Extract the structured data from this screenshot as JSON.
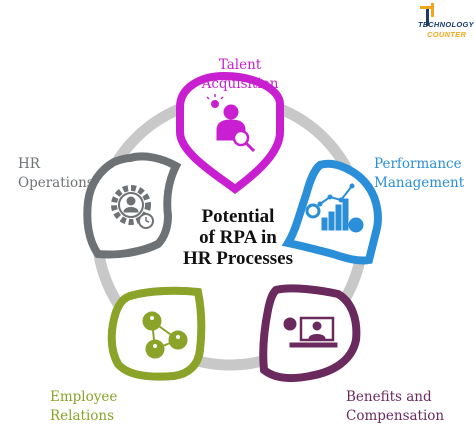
{
  "title": "Potential\nof RPA in\nHR Processes",
  "logo": {
    "line1": "TECHNOLOGY",
    "line2": "COUNTER",
    "color_primary": "#1b3a6b",
    "color_accent": "#f2a71b"
  },
  "ring_color": "#c8c8c8",
  "nodes": [
    {
      "id": "talent",
      "label": "Talent\nAcquisition",
      "color": "#c81fd0",
      "icon": "recruit-search-icon"
    },
    {
      "id": "performance",
      "label": "Performance\nManagement",
      "color": "#2a8fd8",
      "icon": "growth-chart-icon"
    },
    {
      "id": "benefits",
      "label": "Benefits and\nCompensation",
      "color": "#6b2a5e",
      "icon": "monitor-person-icon"
    },
    {
      "id": "employee",
      "label": "Employee\nRelations",
      "color": "#8aa328",
      "icon": "people-network-icon"
    },
    {
      "id": "hrops",
      "label": "HR\nOperations",
      "color": "#6e7275",
      "icon": "gear-clock-person-icon"
    }
  ]
}
